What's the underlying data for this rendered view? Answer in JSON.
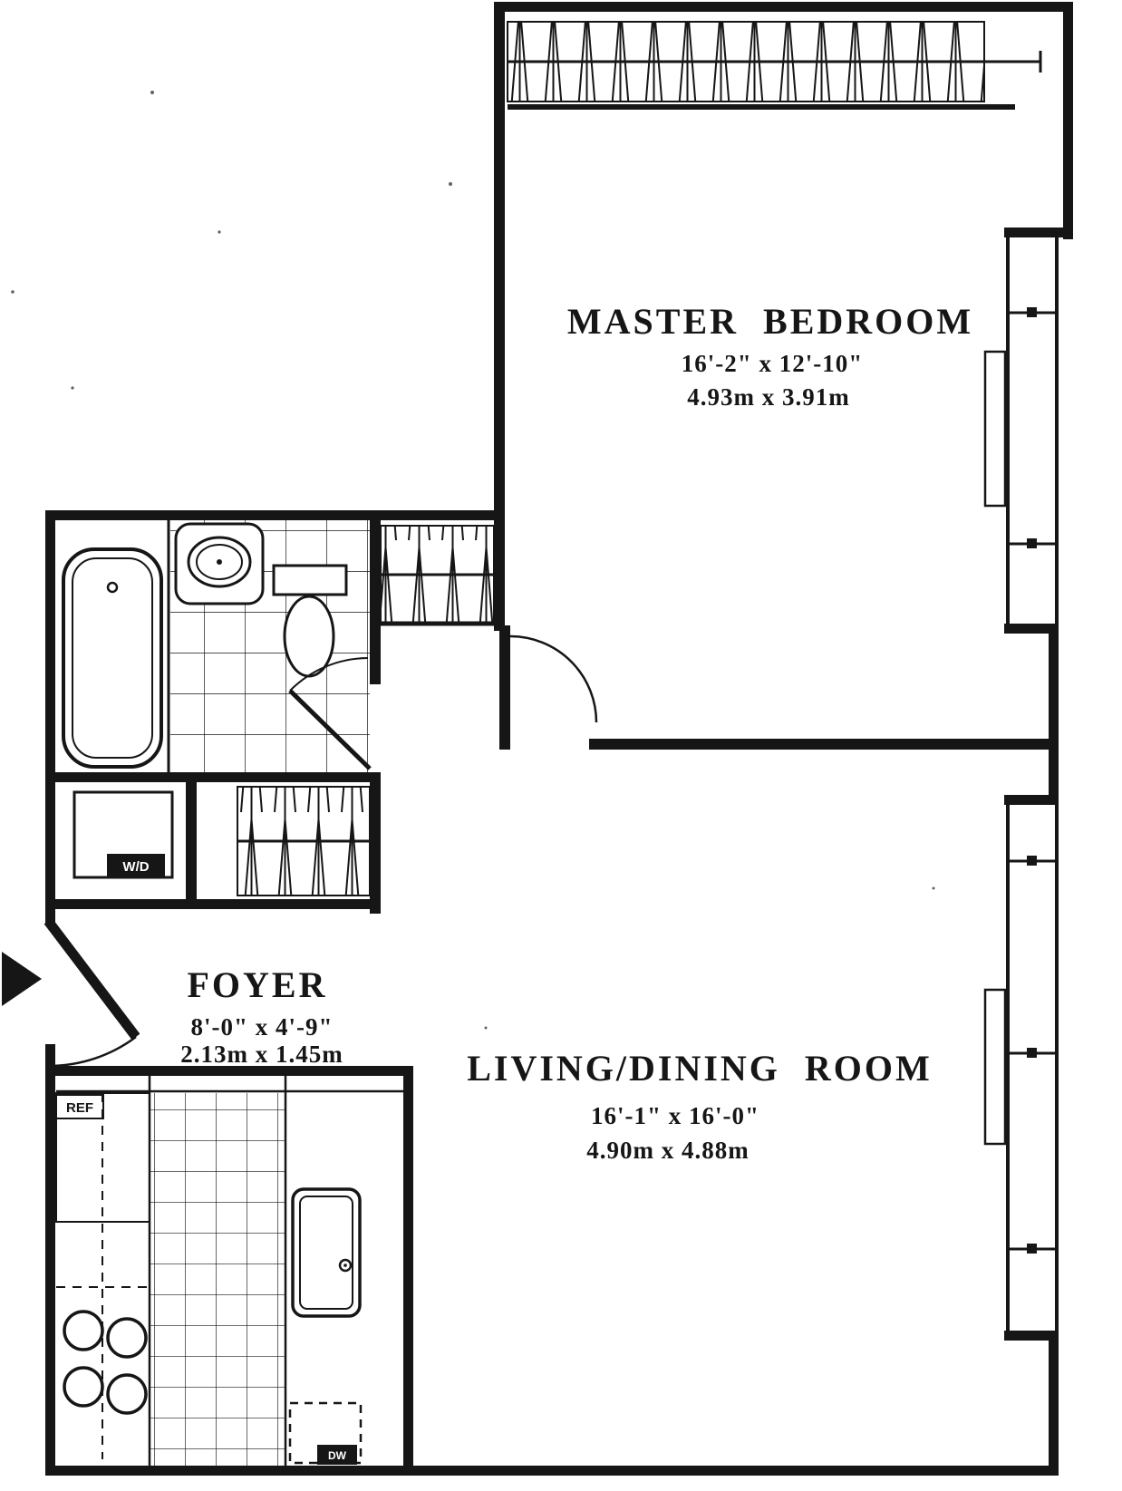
{
  "rooms": {
    "master_bedroom": {
      "name": "MASTER BEDROOM",
      "imperial": "16'-2\" x 12'-10\"",
      "metric": "4.93m x 3.91m"
    },
    "foyer": {
      "name": "FOYER",
      "imperial": "8'-0\" x 4'-9\"",
      "metric": "2.13m x 1.45m"
    },
    "living_dining": {
      "name": "LIVING/DINING ROOM",
      "imperial": "16'-1\" x 16'-0\"",
      "metric": "4.90m x 4.88m"
    }
  },
  "appliances": {
    "washer_dryer": "W/D",
    "refrigerator": "REF",
    "dishwasher": "DW"
  },
  "colors": {
    "ink": "#161616",
    "paper": "#ffffff"
  }
}
